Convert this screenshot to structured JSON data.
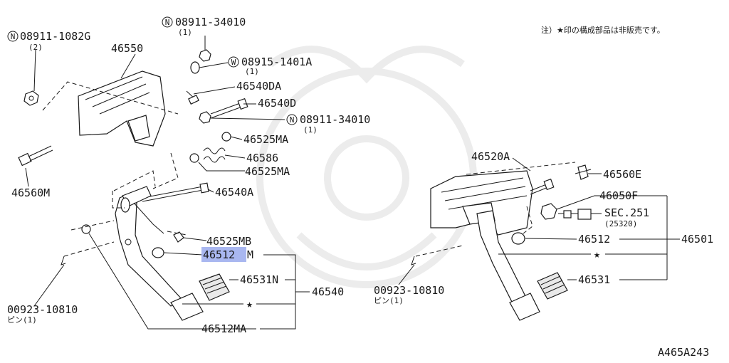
{
  "note": "注）★印の構成部品は非販売です。",
  "diagram_code": "A465A243",
  "star": "★",
  "highlight_color": "#a9b7f0",
  "labels": {
    "n08911_1082g": "08911-1082G",
    "n08911_1082g_qty": "(2)",
    "n08911_34010_top": "08911-34010",
    "n08911_34010_top_qty": "(1)",
    "w08915_1401a": "08915-1401A",
    "w08915_1401a_qty": "(1)",
    "p46550": "46550",
    "p46540da": "46540DA",
    "p46540d": "46540D",
    "n08911_34010_mid": "08911-34010",
    "n08911_34010_mid_qty": "(1)",
    "p46525ma_1": "46525MA",
    "p46586": "46586",
    "p46525ma_2": "46525MA",
    "p46560m": "46560M",
    "p46540a": "46540A",
    "p46525mb": "46525MB",
    "p46512m": "46512",
    "p46512m_suffix": "M",
    "p46531n": "46531N",
    "p46540": "46540",
    "p00923_left": "00923-10810",
    "p00923_left_pin": "ピン(1)",
    "p46512ma": "46512MA",
    "p46520a": "46520A",
    "p46560e": "46560E",
    "p46050f": "46050F",
    "sec251": "SEC.251",
    "sec251_sub": "(25320)",
    "p46512": "46512",
    "p46501": "46501",
    "p46531": "46531",
    "p00923_right": "00923-10810",
    "p00923_right_pin": "ピン(1)",
    "circle_n": "N",
    "circle_w": "W"
  }
}
